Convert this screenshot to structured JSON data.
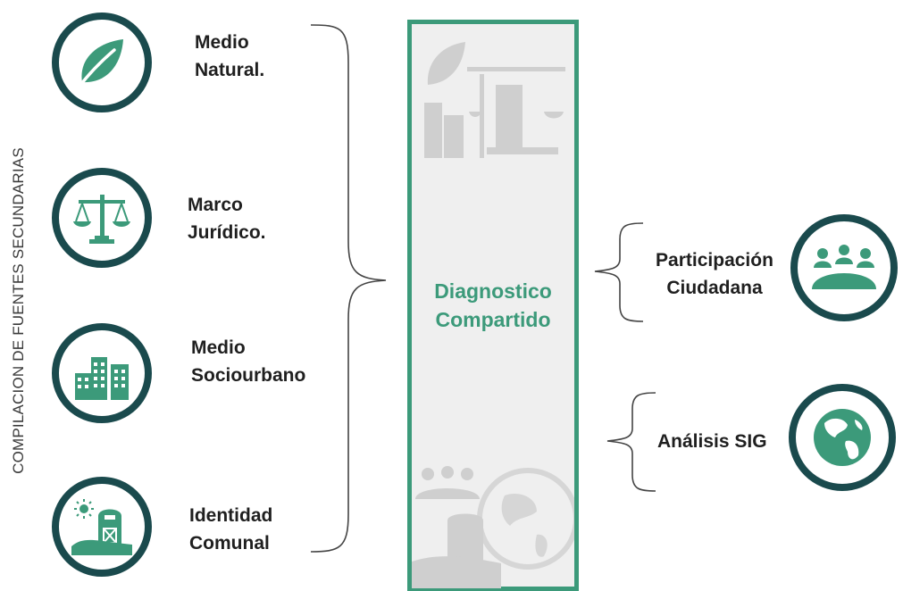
{
  "vertical_label": "COMPILACION DE FUENTES SECUNDARIAS",
  "left_items": [
    {
      "line1": "Medio",
      "line2": "Natural.",
      "icon": "leaf-icon"
    },
    {
      "line1": "Marco",
      "line2": "Jurídico.",
      "icon": "scale-icon"
    },
    {
      "line1": "Medio",
      "line2": "Sociourbano",
      "icon": "buildings-icon"
    },
    {
      "line1": "Identidad",
      "line2": "Comunal",
      "icon": "barn-icon"
    }
  ],
  "center": {
    "line1": "Diagnostico",
    "line2": "Compartido"
  },
  "right_items": [
    {
      "line1": "Participación",
      "line2": "Ciudadana",
      "icon": "people-meeting-icon"
    },
    {
      "line1": "Análisis SIG",
      "icon": "globe-icon"
    }
  ],
  "colors": {
    "accent": "#3c9a7a",
    "ring": "#1a4a4d",
    "box_bg": "#efefef",
    "watermark": "#cfcfcf"
  }
}
